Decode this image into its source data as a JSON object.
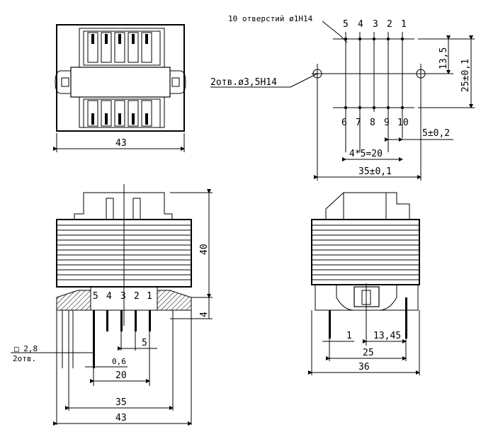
{
  "top_view": {
    "dim_width": "43"
  },
  "pin_layout": {
    "holes_note": "10 отверстий ø1H14",
    "mount_note": "2отв.ø3,5H14",
    "top_pins": [
      "5",
      "4",
      "3",
      "2",
      "1"
    ],
    "bottom_pins": [
      "6",
      "7",
      "8",
      "9",
      "10"
    ],
    "dim_13_5": "13,5",
    "dim_25": "25±0,1",
    "dim_5": "5±0,2",
    "dim_4x5": "4*5=20",
    "dim_35": "35±0,1"
  },
  "front_view": {
    "pins": [
      "5",
      "4",
      "3",
      "2",
      "1"
    ],
    "dim_40": "40",
    "dim_4": "4",
    "dim_5": "5",
    "dim_06": "0,6",
    "dim_20": "20",
    "dim_35": "35",
    "dim_43": "43",
    "pin_square": "□ 2,8",
    "pin_count": "2отв."
  },
  "side_view": {
    "dim_1": "1",
    "dim_13_45": "13,45",
    "dim_25": "25",
    "dim_36": "36"
  }
}
